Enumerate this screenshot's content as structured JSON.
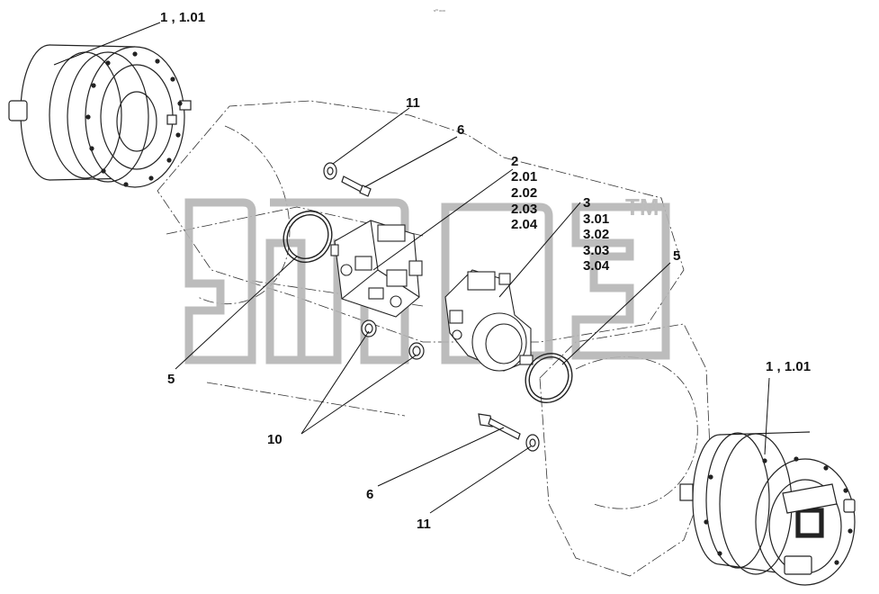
{
  "header_mark": "s²⁸ ooo",
  "watermark": {
    "text": "ЭПС",
    "trademark": "TM"
  },
  "callouts": {
    "top_final_drive": "1 , 1.01",
    "bottom_final_drive": "1 , 1.01",
    "bolt_top": "6",
    "bolt_bottom": "6",
    "washer_top": "11",
    "washer_bottom": "11",
    "oring_left": "5",
    "oring_right": "5",
    "seals": "10",
    "motor_left": [
      "2",
      "2.01",
      "2.02",
      "2.03",
      "2.04"
    ],
    "motor_right": [
      "3",
      "3.01",
      "3.02",
      "3.03",
      "3.04"
    ]
  }
}
